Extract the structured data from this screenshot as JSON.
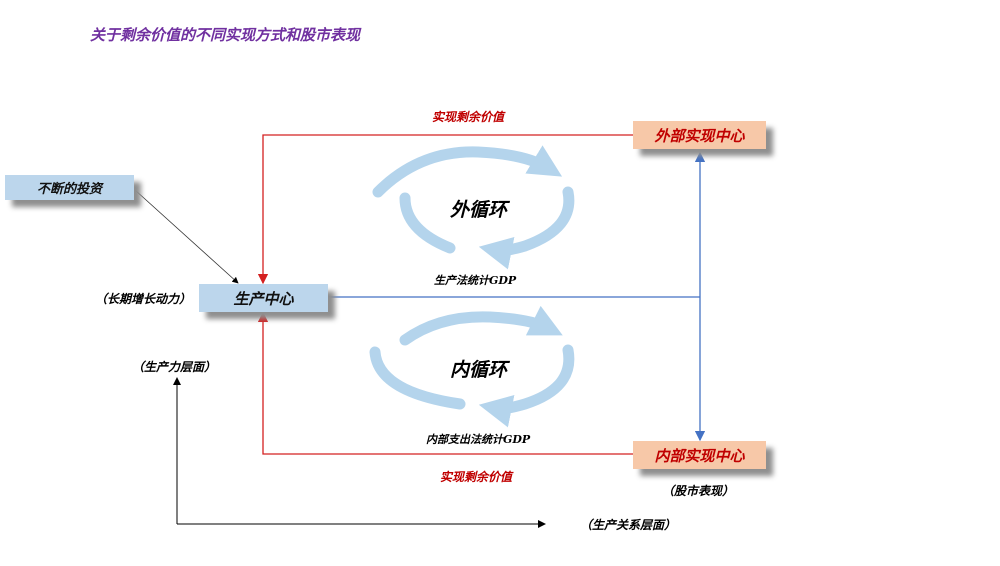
{
  "title": "关于剩余价值的不同实现方式和股市表现",
  "nodes": {
    "investment": "不断的投资",
    "production_center": "生产中心",
    "external_center": "外部实现中心",
    "internal_center": "内部实现中心"
  },
  "labels": {
    "long_term_growth": "（长期增长动力）",
    "productivity_level": "（生产力层面）",
    "production_relations_level": "（生产关系层面）",
    "stock_market": "（股市表现）",
    "realize_surplus_top": "实现剩余价值",
    "realize_surplus_bottom": "实现剩余价值",
    "outer_cycle": "外循环",
    "inner_cycle": "内循环",
    "gdp_production": "生产法统计GDP",
    "gdp_expenditure": "内部支出法统计GDP"
  },
  "colors": {
    "red": "#d42020",
    "blue": "#4472c4",
    "cycle": "#b4d4ec",
    "title": "#7030a0"
  }
}
